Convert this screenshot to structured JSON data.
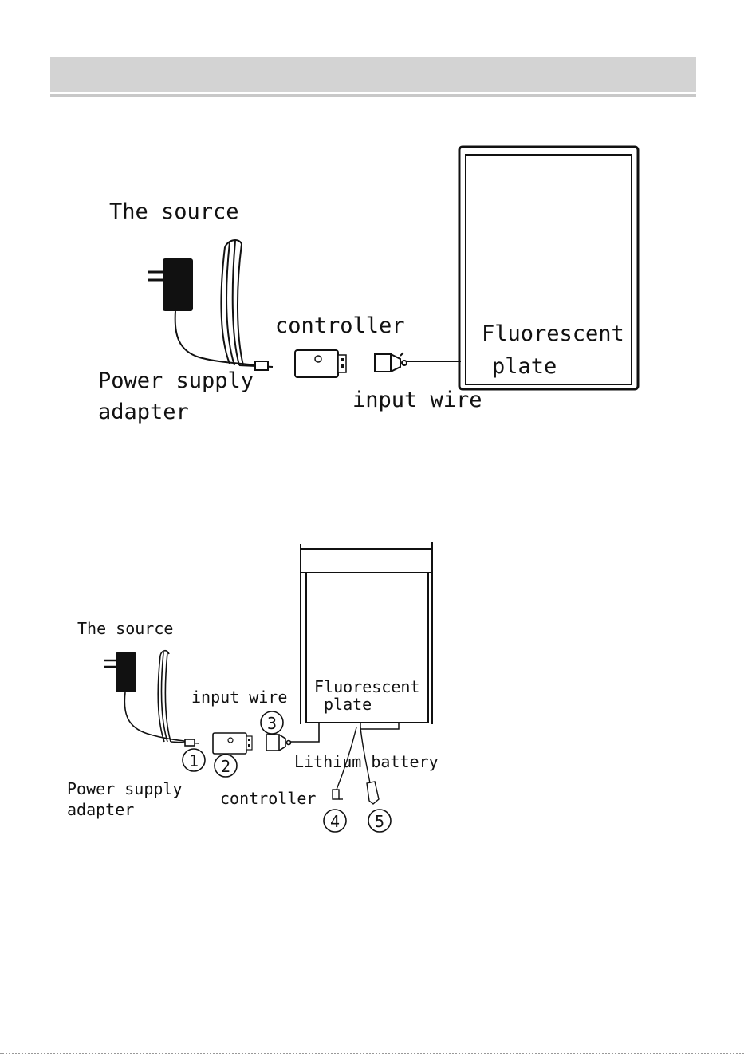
{
  "diagram1": {
    "source_label": "The source",
    "controller_label": "controller",
    "adapter_line1": "Power supply",
    "adapter_line2": "adapter",
    "input_wire_label": "input wire",
    "plate_line1": "Fluorescent",
    "plate_line2": "plate"
  },
  "diagram2": {
    "source_label": "The source",
    "input_wire_label": "input wire",
    "plate_line1": "Fluorescent",
    "plate_line2": "plate",
    "battery_label": "Lithium battery",
    "adapter_line1": "Power supply",
    "adapter_line2": "adapter",
    "controller_label": "controller",
    "markers": [
      "1",
      "2",
      "3",
      "4",
      "5"
    ]
  }
}
